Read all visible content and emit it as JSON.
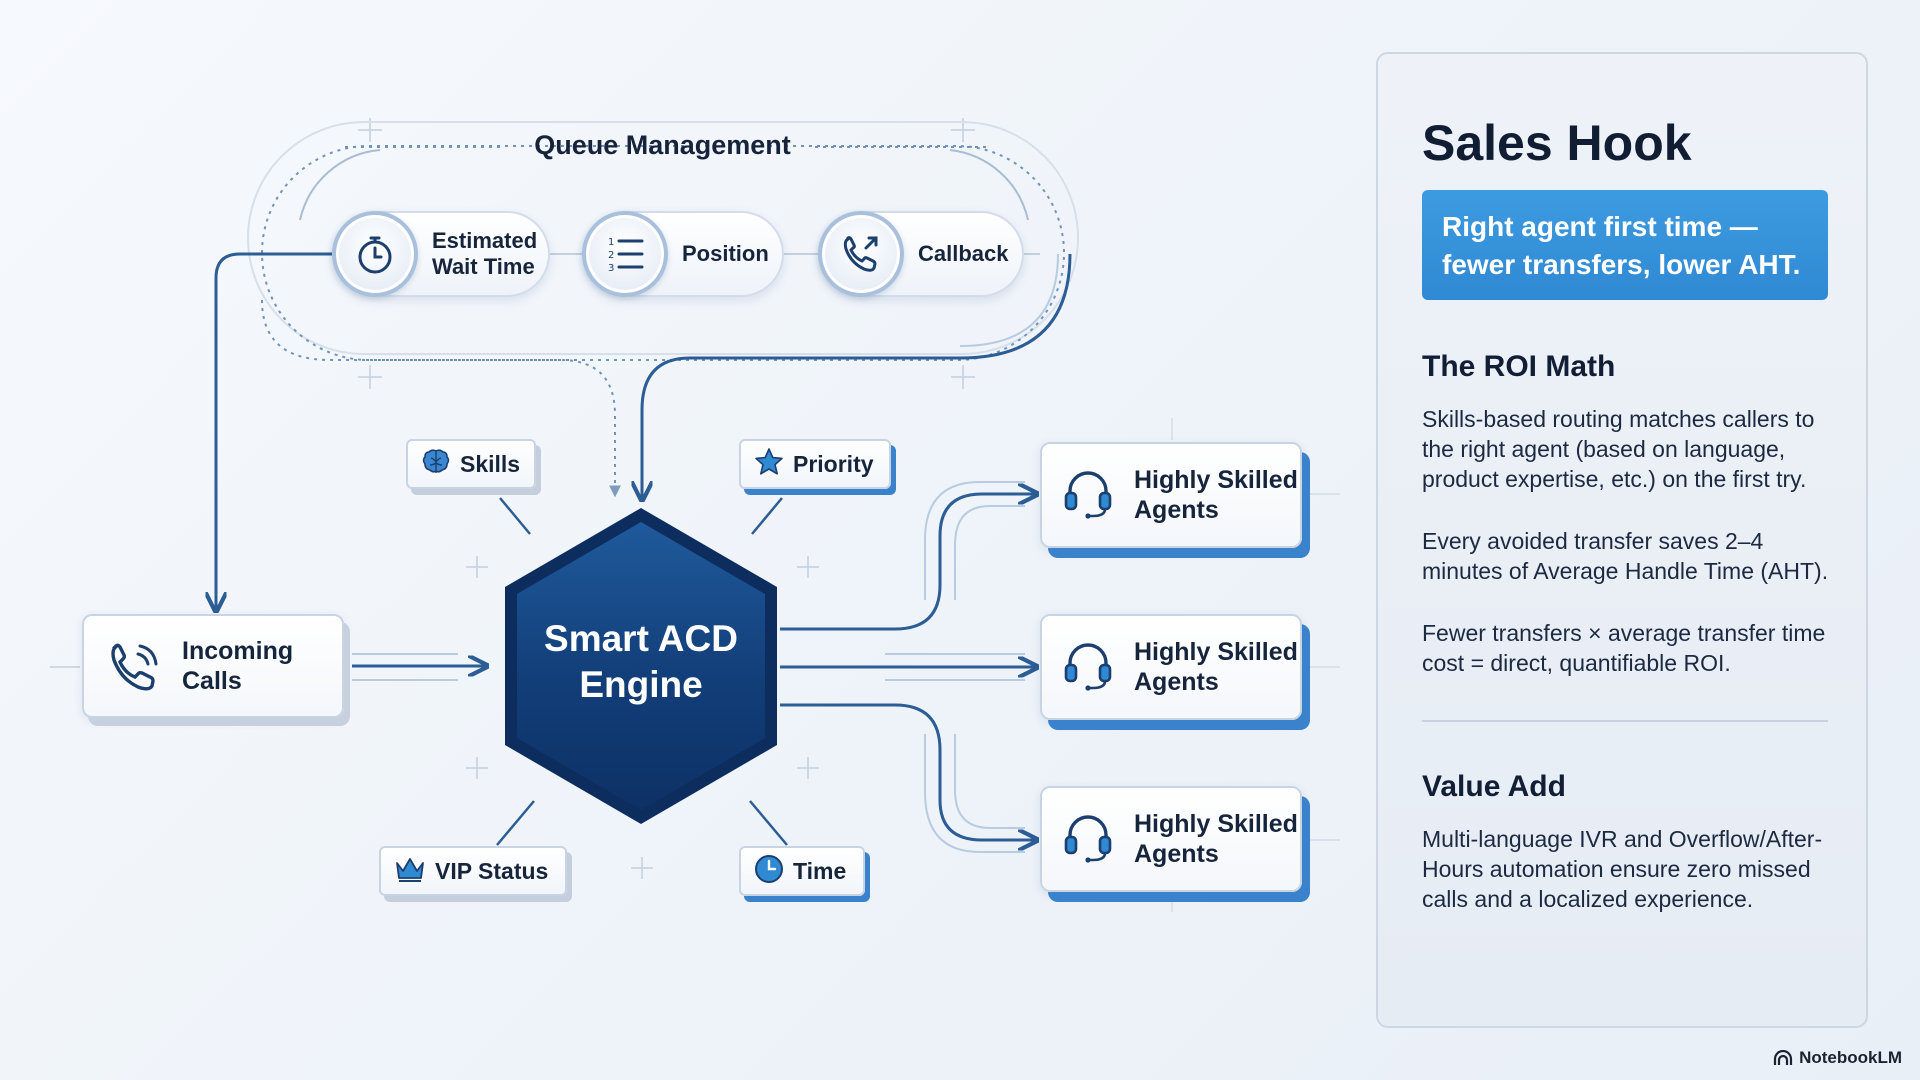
{
  "queue": {
    "title": "Queue Management",
    "items": [
      {
        "label_l1": "Estimated",
        "label_l2": "Wait Time",
        "icon": "stopwatch-icon"
      },
      {
        "label": "Position",
        "icon": "numbered-list-icon"
      },
      {
        "label": "Callback",
        "icon": "phone-callback-icon"
      }
    ]
  },
  "incoming": {
    "label_l1": "Incoming",
    "label_l2": "Calls",
    "icon": "phone-icon"
  },
  "engine": {
    "label_l1": "Smart ACD",
    "label_l2": "Engine"
  },
  "attributes": {
    "skills": "Skills",
    "priority": "Priority",
    "vip": "VIP Status",
    "time": "Time"
  },
  "agents": [
    {
      "label_l1": "Highly Skilled",
      "label_l2": "Agents",
      "icon": "headset-icon"
    },
    {
      "label_l1": "Highly Skilled",
      "label_l2": "Agents",
      "icon": "headset-icon"
    },
    {
      "label_l1": "Highly Skilled",
      "label_l2": "Agents",
      "icon": "headset-icon"
    }
  ],
  "panel": {
    "title": "Sales Hook",
    "hook_l1": "Right agent first time —",
    "hook_l2": "fewer transfers, lower AHT.",
    "roi_title": "The ROI Math",
    "roi_p1": "Skills-based routing matches callers to the right agent (based on language, product expertise, etc.) on the first try.",
    "roi_p2": "Every avoided transfer saves 2–4 minutes of Average Handle Time (AHT).",
    "roi_p3": "Fewer transfers × average transfer time cost = direct, quantifiable ROI.",
    "value_title": "Value Add",
    "value_p": "Multi-language IVR and Overflow/After-Hours automation ensure zero missed calls and a localized experience."
  },
  "brand": "NotebookLM",
  "colors": {
    "navy": "#0c2d5e",
    "accent_blue": "#2f89d3",
    "line": "#2c5d95"
  }
}
